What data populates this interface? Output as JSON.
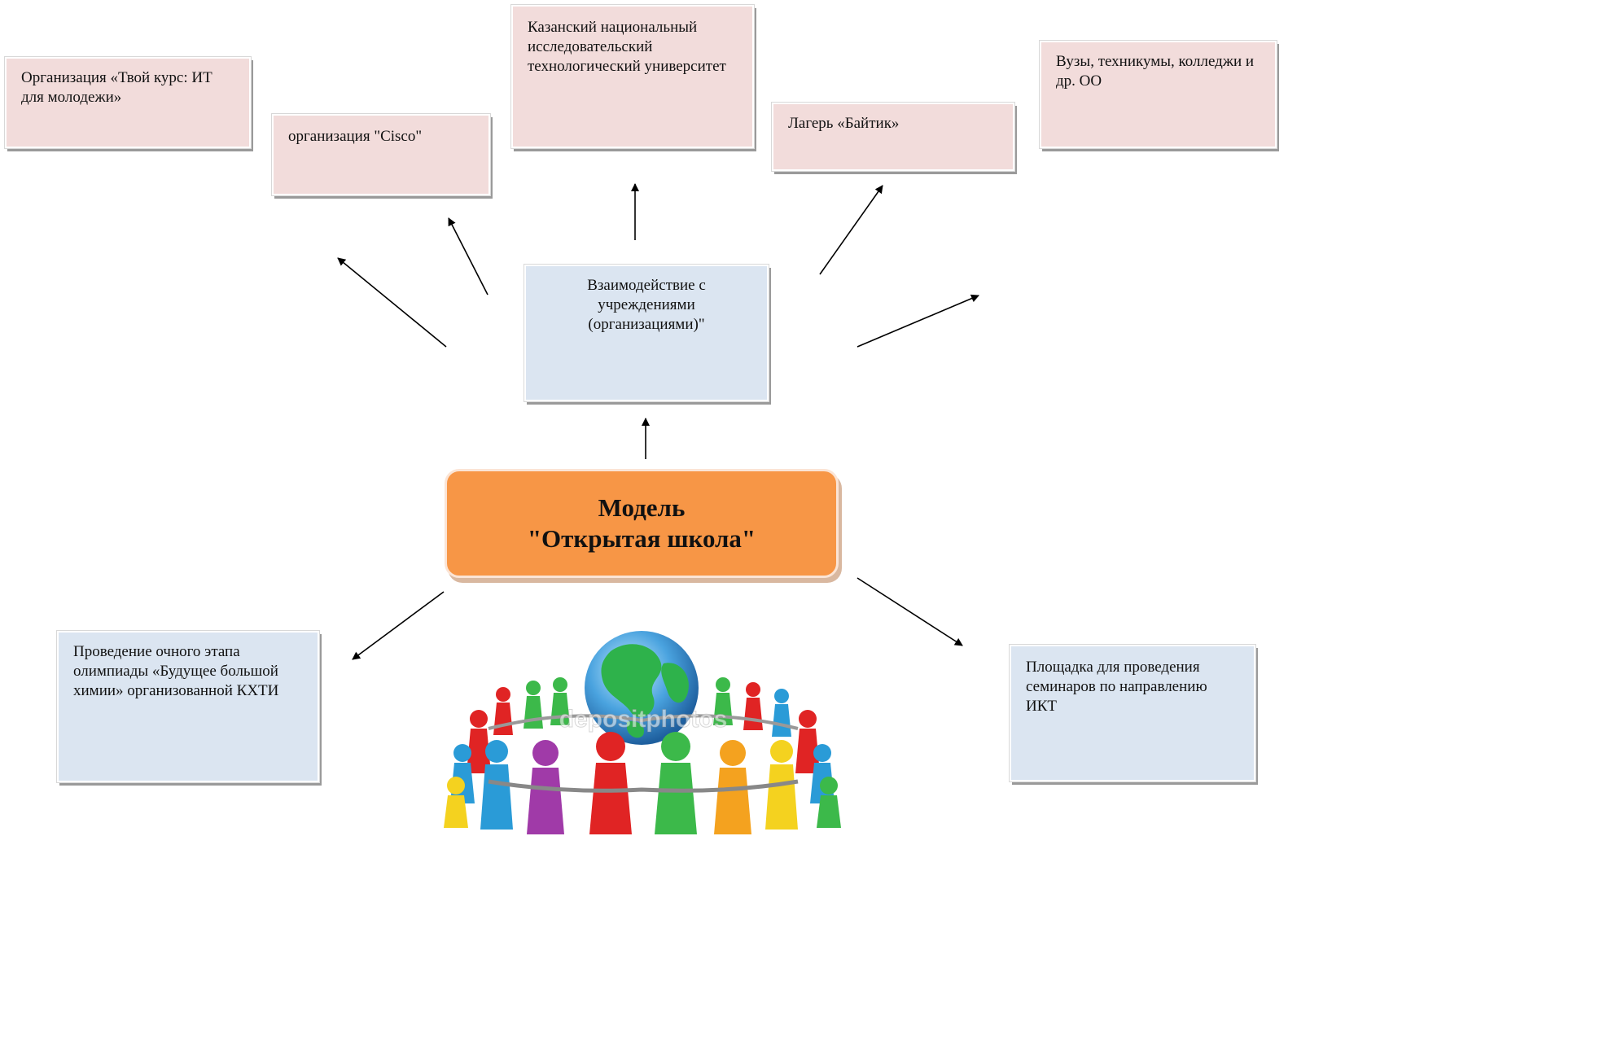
{
  "boxes": {
    "tvoy_kurs": "Организация «Твой курс: ИТ для молодежи»",
    "cisco": "организация \"Cisco\"",
    "kniu": "Казанский национальный исследовательский технологический университет",
    "baytik": "Лагерь «Байтик»",
    "vuzy": "Вузы, техникумы, колледжи и др. ОО",
    "interaction": "Взаимодействие с учреждениями (организациями)\"",
    "olympiad": "Проведение очного этапа олимпиады «Будущее большой химии» организованной КХТИ",
    "seminars": "Площадка для проведения семинаров по направлению ИКТ"
  },
  "model": {
    "line1": "Модель",
    "line2": "\"Открытая школа\""
  },
  "illustration": {
    "watermark": "depositphotos"
  },
  "colors": {
    "pink_box": "#f2dcdb",
    "blue_box": "#dbe5f1",
    "model_orange": "#f79646"
  }
}
